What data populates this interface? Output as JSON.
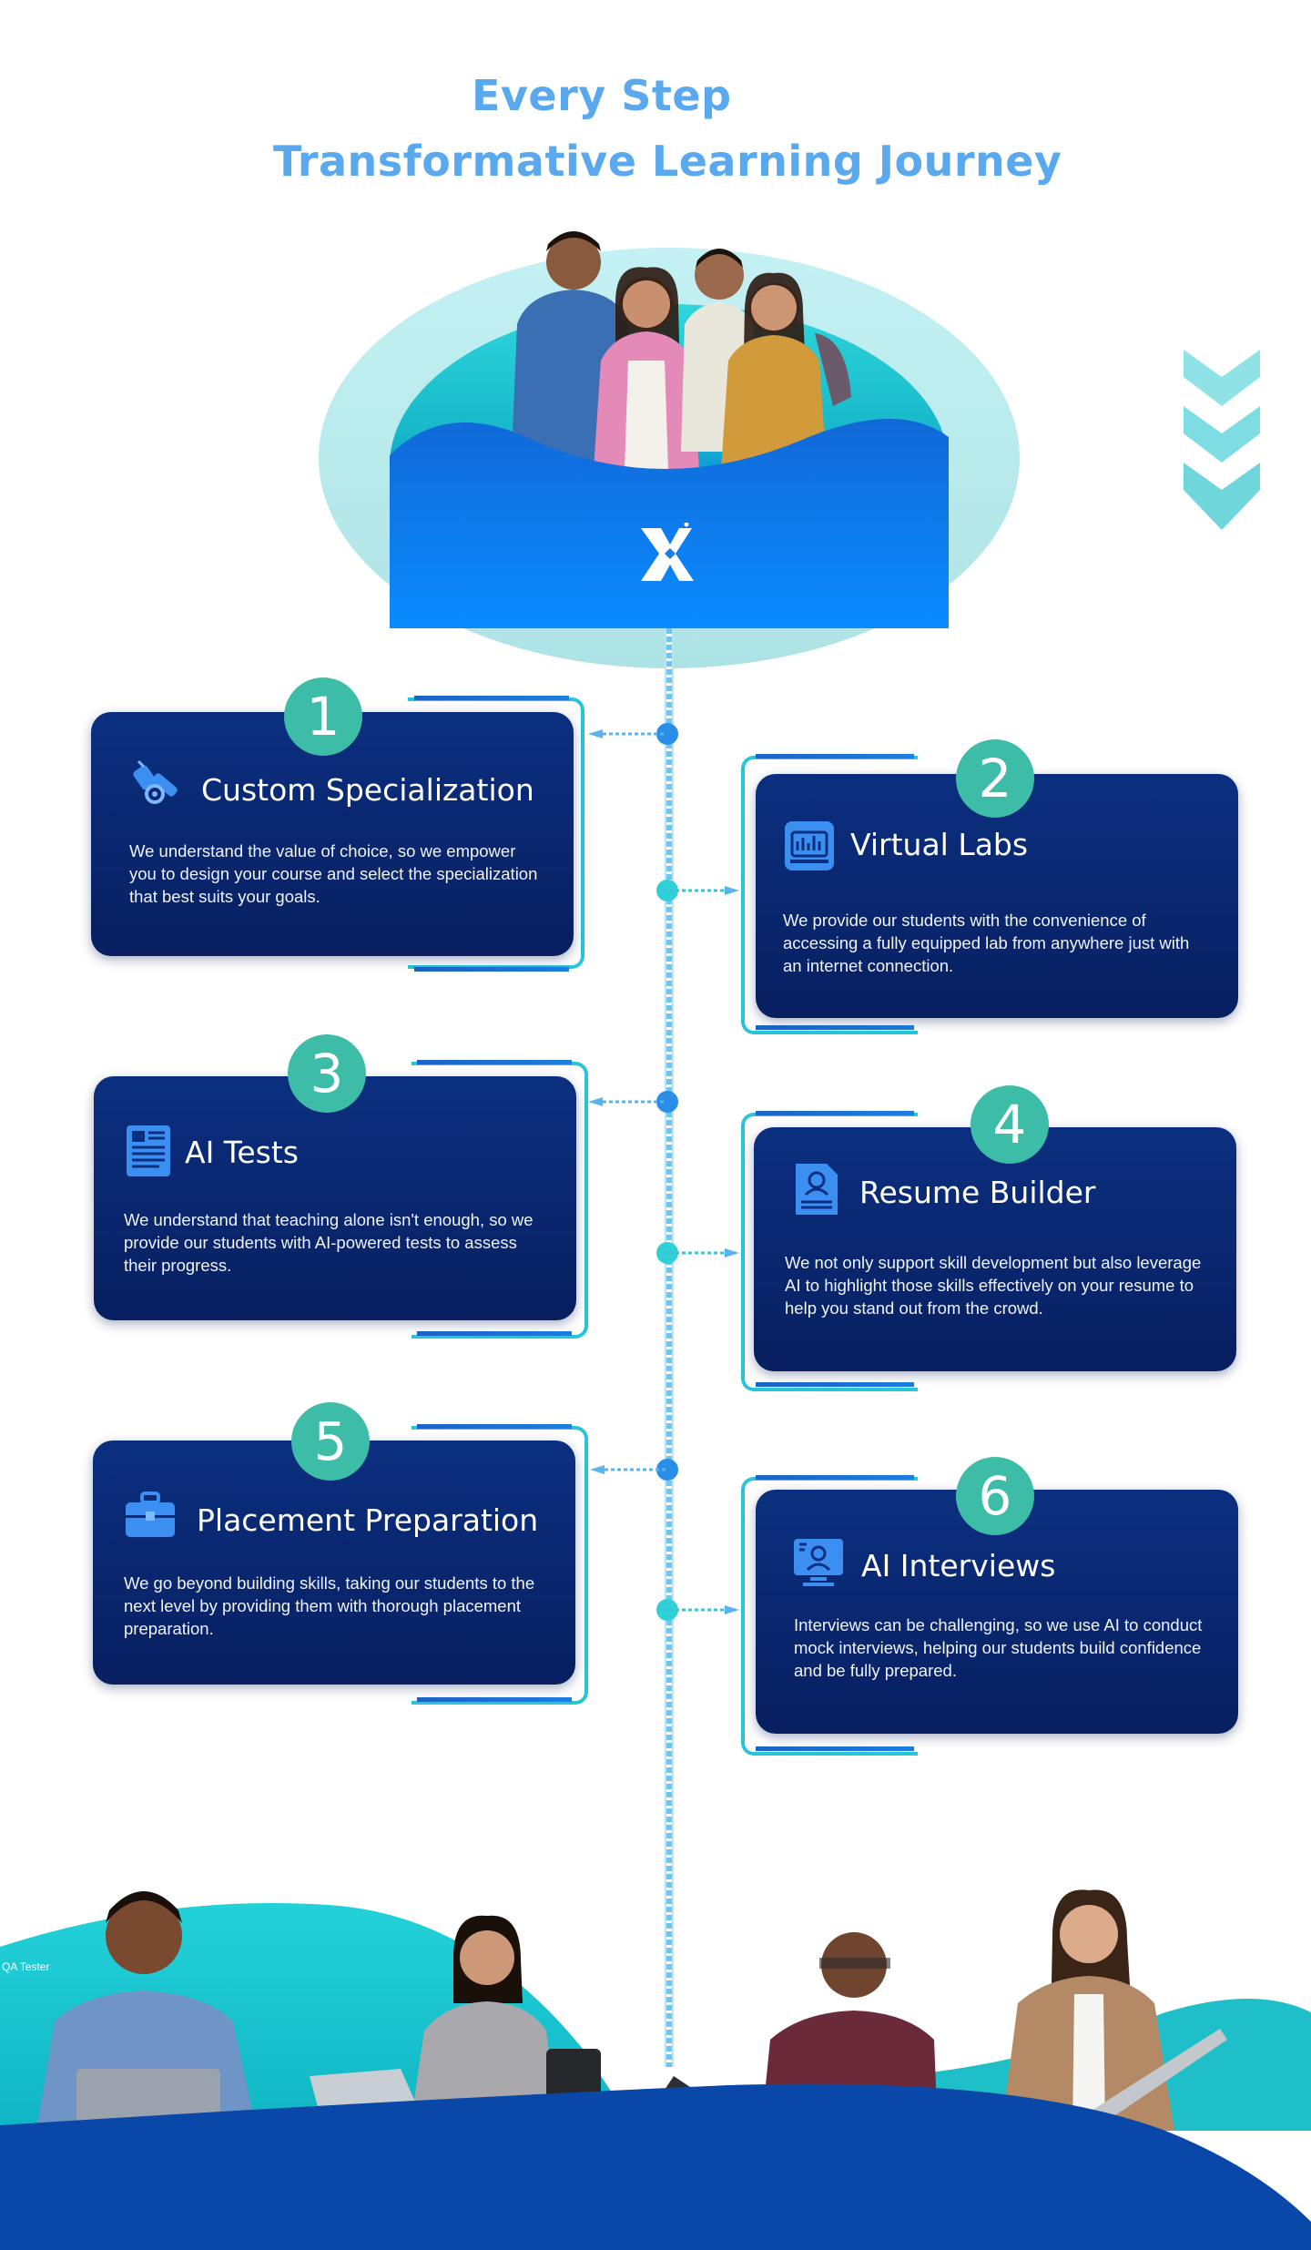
{
  "header": {
    "title_line1": "Every Step",
    "title_line2": "Transformative Learning Journey"
  },
  "colors": {
    "accent_blue": "#5aa8ee",
    "card_bg": "#0b2f80",
    "badge_teal": "#3dbda7",
    "frame_teal": "#27c5d6",
    "timeline_blue": "#2a8de8"
  },
  "steps": [
    {
      "number": "1",
      "title": "Custom Specialization",
      "description": "We understand the value of choice, so we empower you to design your course and select the specialization that best suits your goals.",
      "icon": "specialization-tools-icon"
    },
    {
      "number": "2",
      "title": "Virtual Labs",
      "description": "We provide our students with the convenience of accessing a fully equipped lab from anywhere just with an internet connection.",
      "icon": "virtual-lab-icon"
    },
    {
      "number": "3",
      "title": "AI Tests",
      "description": "We understand that teaching alone isn't enough, so we provide our students with AI-powered tests to assess their progress.",
      "icon": "test-sheet-icon"
    },
    {
      "number": "4",
      "title": "Resume Builder",
      "description": "We not only support skill development but also leverage AI to highlight those skills effectively on your resume to help you stand out from the crowd.",
      "icon": "resume-icon"
    },
    {
      "number": "5",
      "title": "Placement Preparation",
      "description": "We go beyond building skills, taking our students to the next level by providing them with thorough placement preparation.",
      "icon": "briefcase-icon"
    },
    {
      "number": "6",
      "title": "AI Interviews",
      "description": "Interviews can be challenging, so we use AI to conduct mock interviews, helping our students build confidence and be fully prepared.",
      "icon": "interview-monitor-icon"
    }
  ],
  "footer": {
    "tag": "QA Tester"
  }
}
